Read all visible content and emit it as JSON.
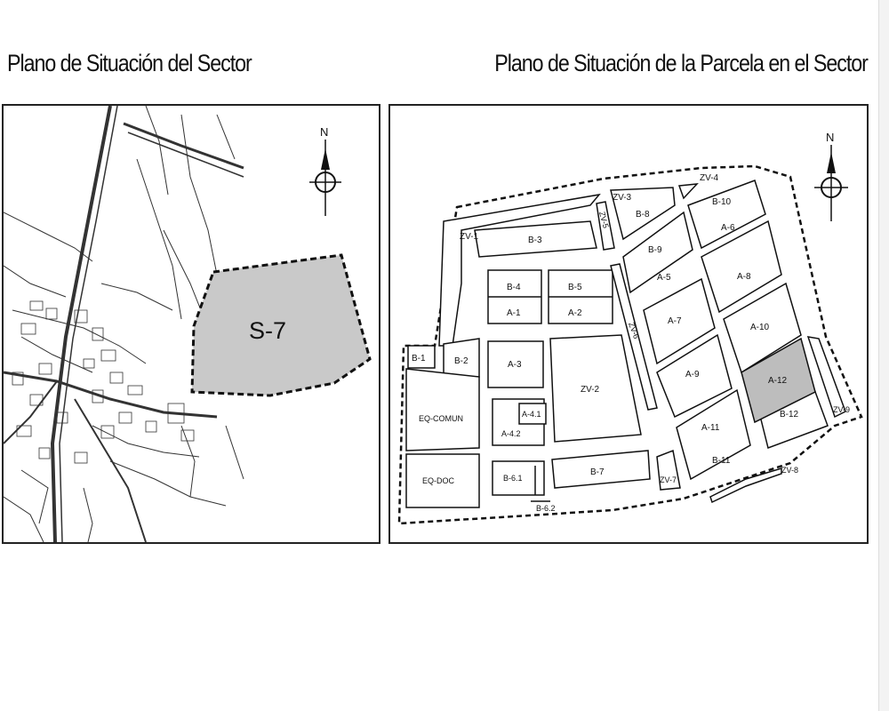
{
  "titles": {
    "left": "Plano de Situación del Sector",
    "right": "Plano de Situación de la Parcela en el Sector"
  },
  "map_left": {
    "north": "N",
    "sector_label": "S-7",
    "sector_fill": "#c9c9c9"
  },
  "map_right": {
    "north": "N",
    "highlight_fill": "#bdbdbd",
    "highlighted_parcel": "A-12",
    "parcels": [
      "ZV-1",
      "B-3",
      "ZV-5",
      "ZV-3",
      "B-8",
      "ZV-4",
      "B-10",
      "A-6",
      "B-9",
      "A-5",
      "A-8",
      "B-4",
      "B-5",
      "A-1",
      "A-2",
      "ZV-6",
      "A-7",
      "A-10",
      "B-1",
      "B-2",
      "A-3",
      "ZV-2",
      "A-9",
      "A-12",
      "EQ-COMUN",
      "A-4.1",
      "A-4.2",
      "B-12",
      "ZV-9",
      "A-11",
      "B-11",
      "EQ-DOC",
      "B-6.1",
      "B-7",
      "ZV-7",
      "ZV-8",
      "B-6.2"
    ]
  }
}
